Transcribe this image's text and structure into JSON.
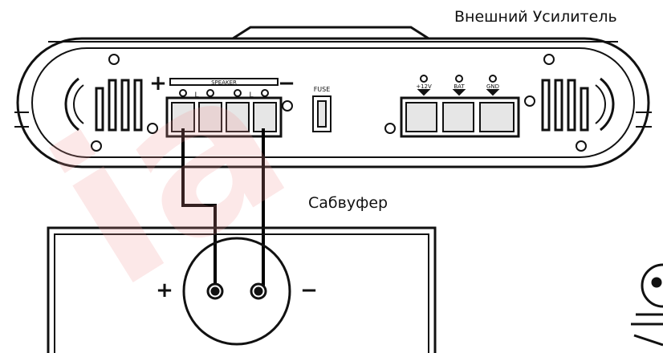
{
  "labels": {
    "amplifier": "Внешний Усилитель",
    "subwoofer": "Сабвуфер",
    "amp_plus": "+",
    "amp_minus": "−",
    "sub_plus": "+",
    "sub_minus": "−"
  },
  "amp_panel": {
    "speaker_block": "SPEAKER",
    "channel_left_1": "L",
    "channel_left_2": "L",
    "fuse_label": "FUSE",
    "power_terminals": [
      "+12V",
      "BAT",
      "GND"
    ]
  },
  "watermark_text": "ia",
  "colors": {
    "line": "#111111",
    "wire": "#000000",
    "panel_fill": "#ffffff",
    "terminal_fill": "#e6e6e6",
    "watermark": "#f29a9a"
  }
}
